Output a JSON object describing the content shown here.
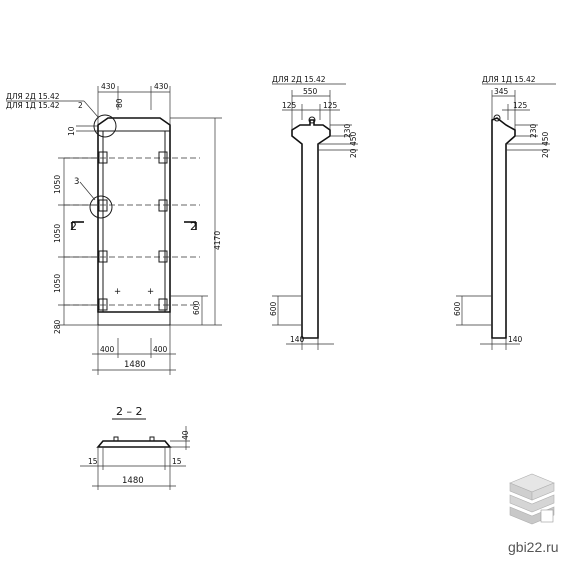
{
  "front_view": {
    "callouts": [
      "ДЛЯ 2Д 15.42",
      "ДЛЯ 1Д 15.42"
    ],
    "callout_num": "2",
    "top_dims": [
      "430",
      "430"
    ],
    "dim_80": "80",
    "dim_10": "10",
    "left_dims": [
      "1050",
      "1050",
      "1050",
      "280"
    ],
    "height": "4170",
    "bottom_dims": [
      "400",
      "400"
    ],
    "width": "1480",
    "detail_num": "3",
    "section_left": "2",
    "section_right": "2",
    "dim_600": "600"
  },
  "side_2d": {
    "title": "ДЛЯ 2Д 15.42",
    "width_top": "550",
    "dims_125": [
      "125",
      "125"
    ],
    "dim_230": "230",
    "dim_450": "450",
    "dim_20": "20",
    "dim_600": "600",
    "dim_140": "140"
  },
  "side_1d": {
    "title": "ДЛЯ 1Д 15.42",
    "width_top": "345",
    "dim_125": "125",
    "dim_230": "230",
    "dim_450": "450",
    "dim_20": "20",
    "dim_600": "600",
    "dim_140": "140"
  },
  "section": {
    "title": "2 – 2",
    "dim_40": "40",
    "dims_15": [
      "15",
      "15"
    ],
    "width": "1480"
  },
  "watermark": {
    "site": "gbi22.ru"
  }
}
